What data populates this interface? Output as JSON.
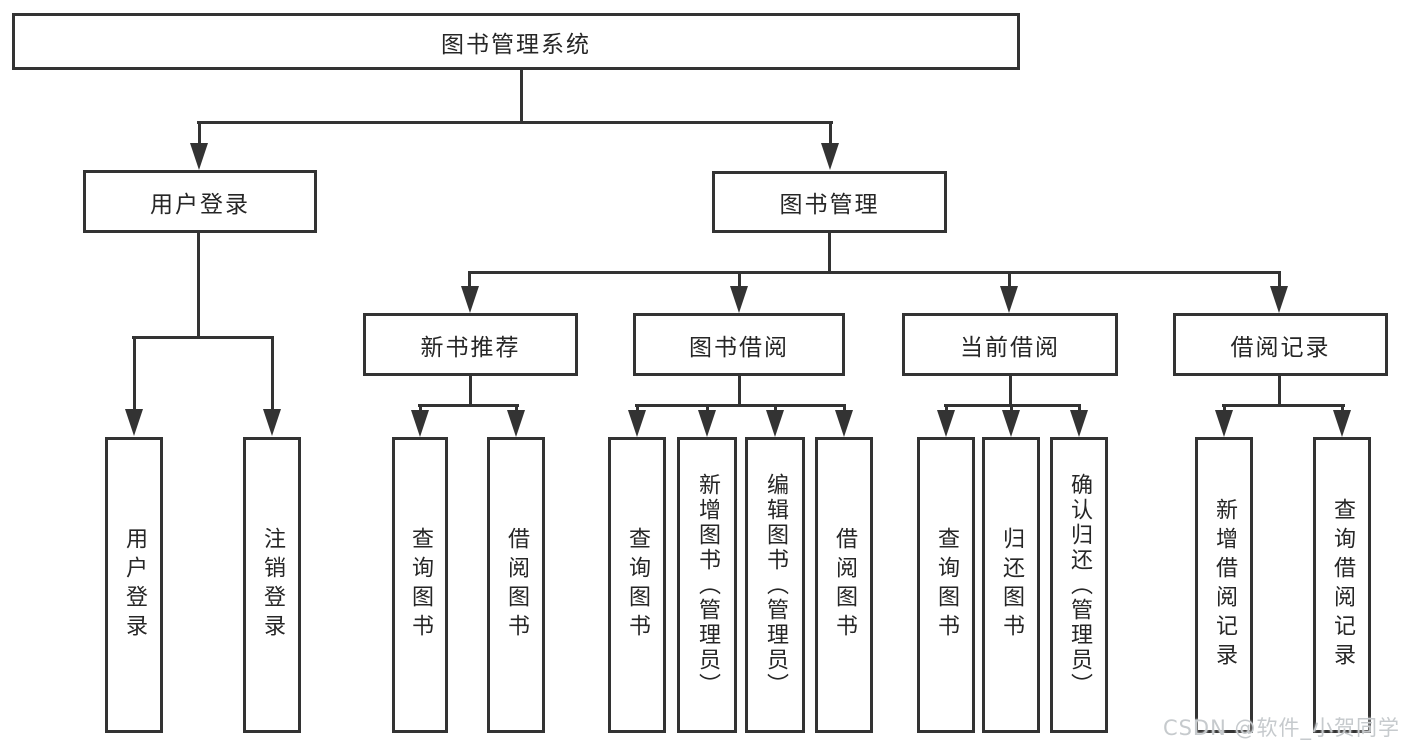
{
  "diagram_type": "hierarchy-tree",
  "colors": {
    "line": "#333333",
    "node_border": "#333333",
    "node_text": "#262626",
    "background": "#ffffff",
    "watermark_text": "#c6cacd"
  },
  "watermark": {
    "text": "CSDN @软件_小贺同学"
  },
  "tree": {
    "label": "图书管理系统",
    "children": [
      {
        "label": "用户登录",
        "children": [
          {
            "label": "用户登录"
          },
          {
            "label": "注销登录"
          }
        ]
      },
      {
        "label": "图书管理",
        "children": [
          {
            "label": "新书推荐",
            "children": [
              {
                "label": "查询图书"
              },
              {
                "label": "借阅图书"
              }
            ]
          },
          {
            "label": "图书借阅",
            "children": [
              {
                "label": "查询图书"
              },
              {
                "label": "新增图书（管理员）"
              },
              {
                "label": "编辑图书（管理员）"
              },
              {
                "label": "借阅图书"
              }
            ]
          },
          {
            "label": "当前借阅",
            "children": [
              {
                "label": "查询图书"
              },
              {
                "label": "归还图书"
              },
              {
                "label": "确认归还（管理员）"
              }
            ]
          },
          {
            "label": "借阅记录",
            "children": [
              {
                "label": "新增借阅记录"
              },
              {
                "label": "查询借阅记录"
              }
            ]
          }
        ]
      }
    ]
  }
}
